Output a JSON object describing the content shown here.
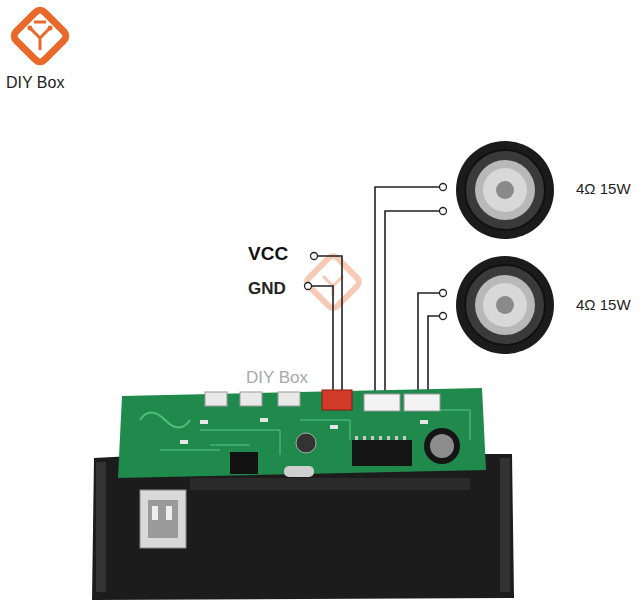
{
  "diagram": {
    "labels": [
      "DIY Box",
      "VCC",
      "GND",
      "4Ω 15W",
      "4Ω 15W",
      "DIY Box"
    ]
  }
}
